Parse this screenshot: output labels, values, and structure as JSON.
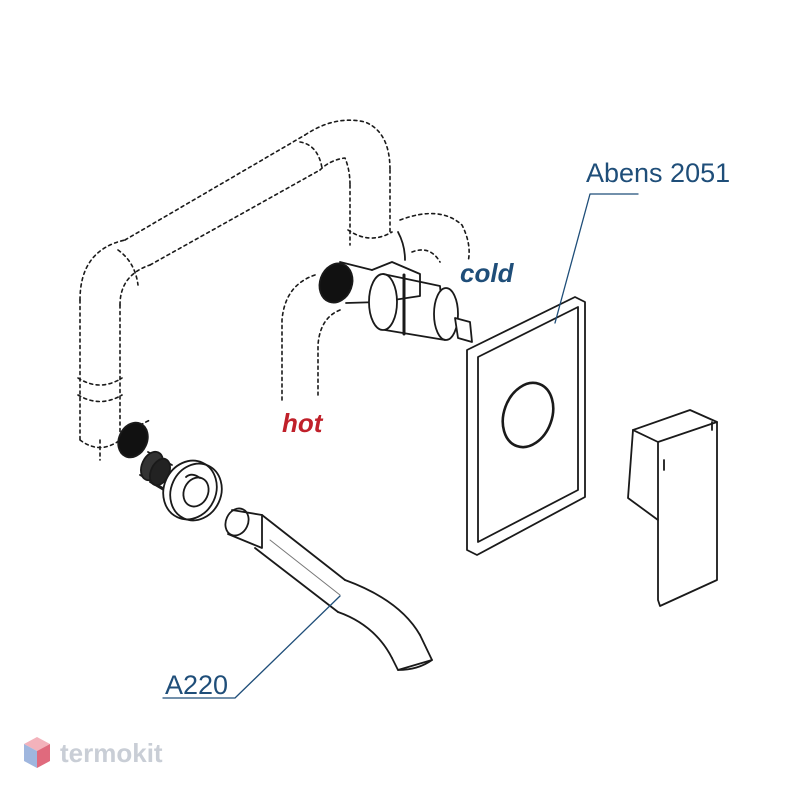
{
  "labels": {
    "mixer_model": "Abens 2051",
    "spout_model": "A220",
    "cold": "cold",
    "hot": "hot"
  },
  "brand": {
    "name": "termokit",
    "logo_icon": "cube-logo-icon"
  },
  "colors": {
    "label_blue": "#1f4e79",
    "hot_red": "#c0202a",
    "brand_grey": "#c9ced6",
    "line": "#1a1a1a"
  }
}
